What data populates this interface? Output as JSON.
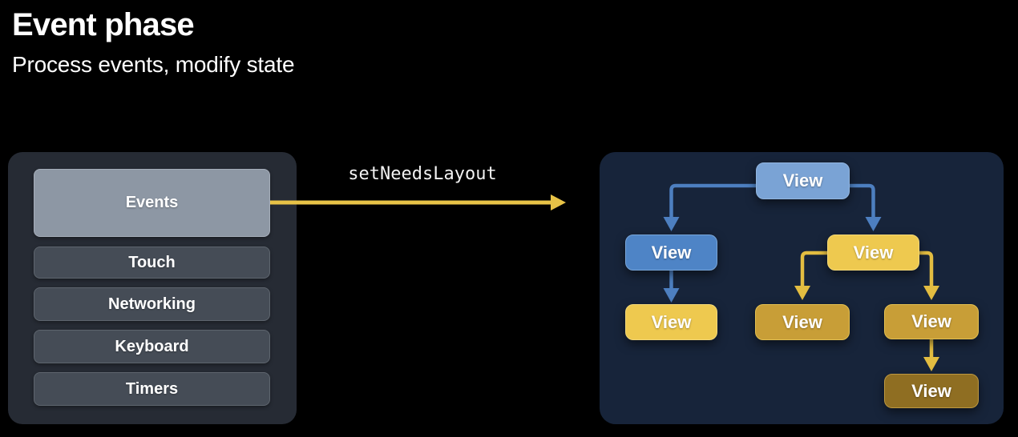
{
  "header": {
    "title": "Event phase",
    "subtitle": "Process events, modify state"
  },
  "event_queue": {
    "items": [
      {
        "label": "Events",
        "active": true
      },
      {
        "label": "Touch",
        "active": false
      },
      {
        "label": "Networking",
        "active": false
      },
      {
        "label": "Keyboard",
        "active": false
      },
      {
        "label": "Timers",
        "active": false
      }
    ]
  },
  "transition_arrow": {
    "label": "setNeedsLayout",
    "direction": "left-to-right"
  },
  "view_tree": {
    "nodes": [
      {
        "id": "view-root",
        "label": "View",
        "color_style": "blue-light"
      },
      {
        "id": "view-child-left",
        "label": "View",
        "color_style": "blue"
      },
      {
        "id": "view-child-right",
        "label": "View",
        "color_style": "yellow"
      },
      {
        "id": "view-grandchild-left",
        "label": "View",
        "color_style": "yellow"
      },
      {
        "id": "view-grandchild-mid",
        "label": "View",
        "color_style": "gold"
      },
      {
        "id": "view-grandchild-right",
        "label": "View",
        "color_style": "gold"
      },
      {
        "id": "view-great-grandchild",
        "label": "View",
        "color_style": "brown"
      }
    ],
    "edges": [
      {
        "from": "view-root",
        "to": "view-child-left",
        "color": "blue"
      },
      {
        "from": "view-root",
        "to": "view-child-right",
        "color": "blue"
      },
      {
        "from": "view-child-left",
        "to": "view-grandchild-left",
        "color": "blue"
      },
      {
        "from": "view-child-right",
        "to": "view-grandchild-mid",
        "color": "gold"
      },
      {
        "from": "view-child-right",
        "to": "view-grandchild-right",
        "color": "gold"
      },
      {
        "from": "view-grandchild-right",
        "to": "view-great-grandchild",
        "color": "gold"
      }
    ]
  },
  "colors": {
    "background": "#000000",
    "queue_panel_bg": "#262b34",
    "queue_item_bg": "#454c56",
    "queue_item_border": "#5e656e",
    "queue_active_bg": "#8d97a4",
    "queue_active_border": "#a6aeba",
    "tree_panel_bg": "#17243a",
    "node_blue_light": "#7aa3d5",
    "node_blue_light_border": "#92b6e0",
    "node_blue": "#4e84c6",
    "node_blue_border": "#79a6d9",
    "node_yellow": "#eec94f",
    "node_yellow_border": "#f3d877",
    "node_gold": "#c89e37",
    "node_gold_border": "#e4c050",
    "node_brown": "#8f6e22",
    "node_brown_border": "#bd9840",
    "edge_blue": "#4d7fc0",
    "edge_gold": "#e3bd41",
    "arrow_yellow": "#e8c347",
    "text_white": "#ffffff"
  }
}
